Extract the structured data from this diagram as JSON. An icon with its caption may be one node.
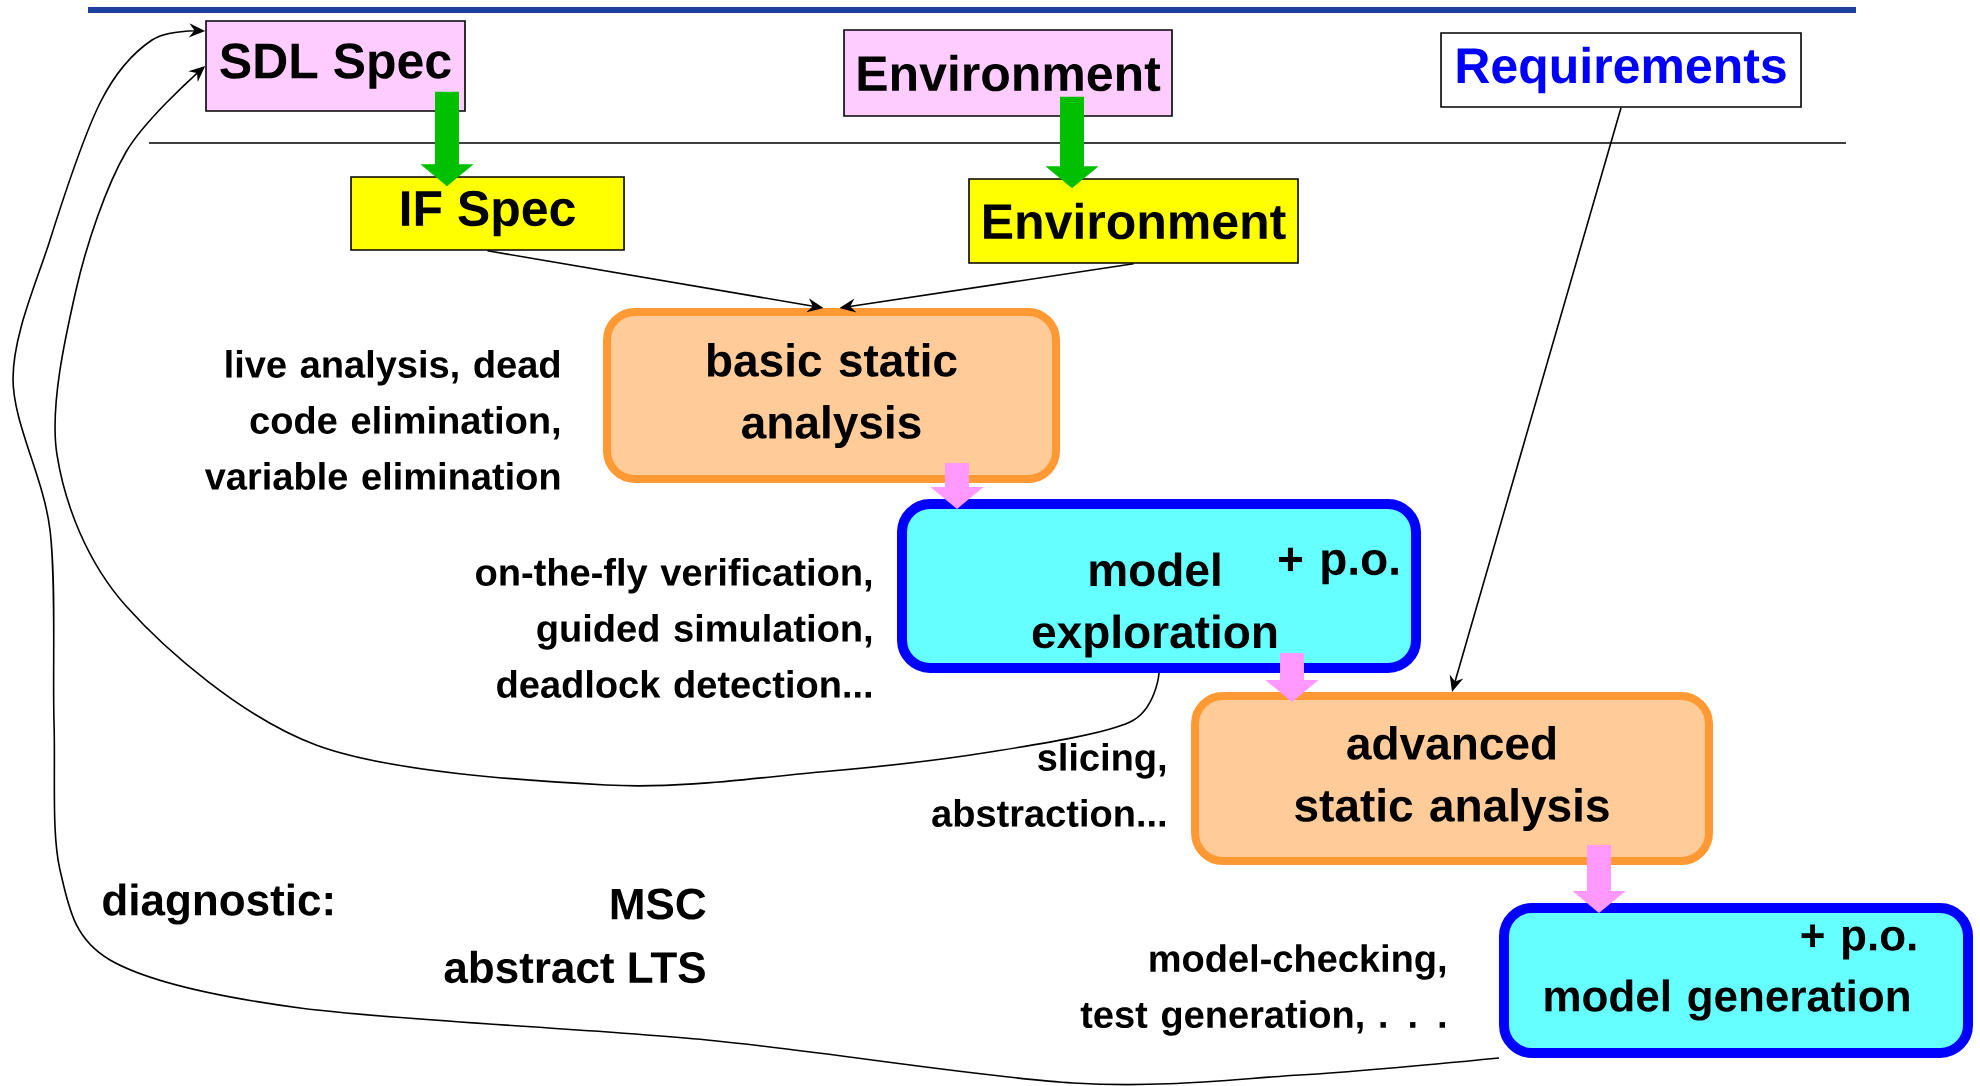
{
  "diagram": {
    "nodes": [
      {
        "text": [
          "SDL Spec"
        ]
      },
      {
        "text": [
          "Environment"
        ]
      },
      {
        "text": [
          "Requirements"
        ]
      },
      {
        "text": [
          "IF Spec"
        ]
      },
      {
        "text": [
          "Environment"
        ]
      },
      {
        "text": [
          "basic static analysis"
        ],
        "beside": [
          "live analysis, dead code elimination, variable elimination"
        ]
      },
      {
        "text": [
          "model exploration",
          "+ p.o."
        ],
        "beside": [
          "on-the-fly verification, guided simulation, deadlock detection..."
        ]
      },
      {
        "text": [
          "advanced static analysis"
        ],
        "beside": [
          "slicing, abstraction..."
        ]
      },
      {
        "text": [
          "+ p.o.",
          "model generation"
        ],
        "beside": [
          "model-checking, test generation, . . ."
        ]
      }
    ],
    "edges": [
      {
        "from": 0,
        "to": 3,
        "arrow": "to",
        "style": "thick",
        "color": "#00c000"
      },
      {
        "from": 1,
        "to": 4,
        "arrow": "to",
        "style": "thick",
        "color": "#00c000"
      },
      {
        "from": 3,
        "to": 5,
        "arrow": "to"
      },
      {
        "from": 4,
        "to": 5,
        "arrow": "to"
      },
      {
        "from": 2,
        "to": 7,
        "arrow": "to"
      },
      {
        "from": 5,
        "to": 6,
        "arrow": "to",
        "style": "thick",
        "color": "#ff99ff"
      },
      {
        "from": 6,
        "to": 7,
        "arrow": "to",
        "style": "thick",
        "color": "#ff99ff"
      },
      {
        "from": 7,
        "to": 8,
        "arrow": "to",
        "style": "thick",
        "color": "#ff99ff"
      },
      {
        "from": 6,
        "to": 0,
        "arrow": "to"
      },
      {
        "from": 8,
        "to": 0,
        "arrow": "to"
      }
    ],
    "labels": [
      "diagnostic:",
      "MSC",
      "abstract LTS"
    ]
  }
}
